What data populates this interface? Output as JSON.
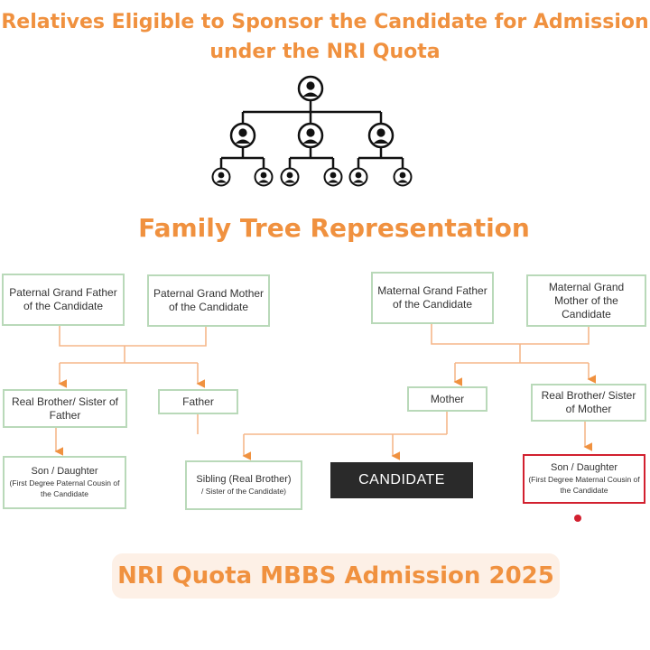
{
  "header": {
    "title_line1": "Relatives Eligible to Sponsor the Candidate for Admission",
    "title_line2": "under the NRI Quota",
    "subtitle": "Family Tree Representation"
  },
  "tree": {
    "paternal_grandfather": "Paternal Grand Father of the Candidate",
    "paternal_grandmother": "Paternal Grand Mother of the Candidate",
    "maternal_grandfather": "Maternal Grand Father of the Candidate",
    "maternal_grandmother": "Maternal Grand Mother of the Candidate",
    "paternal_uncle_aunt": "Real Brother/ Sister of Father",
    "father": "Father",
    "mother": "Mother",
    "maternal_uncle_aunt": "Real Brother/ Sister of Mother",
    "paternal_cousin_title": "Son / Daughter",
    "paternal_cousin_sub": "(First Degree Paternal Cousin of the Candidate",
    "sibling_title": "Sibling (Real Brother)",
    "sibling_sub": "/ Sister of the Candidate)",
    "candidate": "CANDIDATE",
    "maternal_cousin_title": "Son / Daughter",
    "maternal_cousin_sub": "(First Degree Maternal Cousin of the Candidate"
  },
  "footer": {
    "label": "NRI Quota MBBS Admission 2025"
  },
  "colors": {
    "accent": "#f0913f",
    "box_border": "#b9d9b9",
    "highlight": "#d2202f",
    "candidate_bg": "#2a2a2a"
  }
}
